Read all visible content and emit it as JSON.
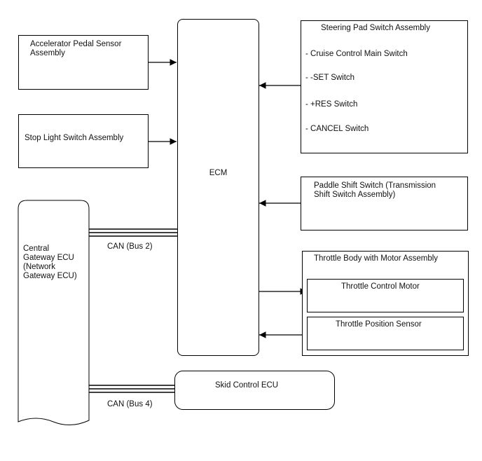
{
  "accelerator": {
    "label": "Accelerator Pedal Sensor\nAssembly"
  },
  "stop_light": {
    "label": "Stop Light Switch Assembly"
  },
  "ecm": {
    "label": "ECM"
  },
  "gateway": {
    "label": "Central\nGateway ECU\n(Network\nGateway ECU)"
  },
  "can_bus2": {
    "label": "CAN (Bus 2)"
  },
  "can_bus4": {
    "label": "CAN (Bus 4)"
  },
  "steering": {
    "title": "Steering Pad Switch Assembly",
    "items": [
      "- Cruise Control Main Switch",
      "- -SET Switch",
      "- +RES Switch",
      "- CANCEL Switch"
    ]
  },
  "paddle": {
    "label": "Paddle Shift Switch (Transmission\nShift Switch Assembly)"
  },
  "throttle_body": {
    "title": "Throttle Body with Motor Assembly",
    "motor": "Throttle Control Motor",
    "sensor": "Throttle Position Sensor"
  },
  "skid": {
    "label": "Skid Control ECU"
  }
}
